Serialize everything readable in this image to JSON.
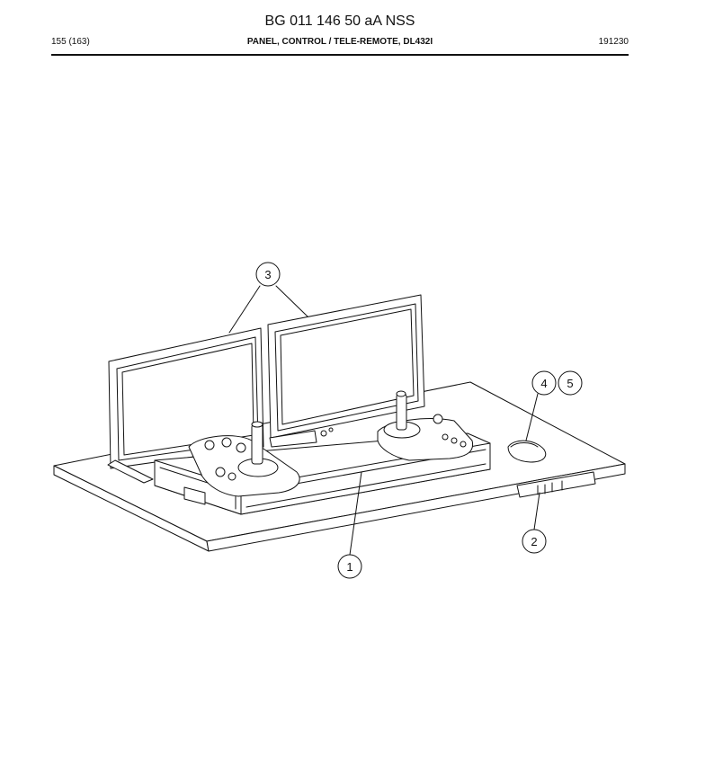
{
  "header": {
    "doc_title": "BG 011 146 50 aA NSS",
    "page_number": "155 (163)",
    "part_title": "PANEL, CONTROL / TELE-REMOTE, DL432I",
    "date": "191230"
  },
  "callouts": [
    {
      "label": "1",
      "item": "panel"
    },
    {
      "label": "2",
      "item": "underside-unit"
    },
    {
      "label": "3",
      "item": "monitors"
    },
    {
      "label": "4",
      "item": "mouse"
    },
    {
      "label": "5",
      "item": "mouse"
    }
  ],
  "colors": {
    "line": "#111111",
    "fill": "#ffffff",
    "shade": "#e6e6e6"
  }
}
